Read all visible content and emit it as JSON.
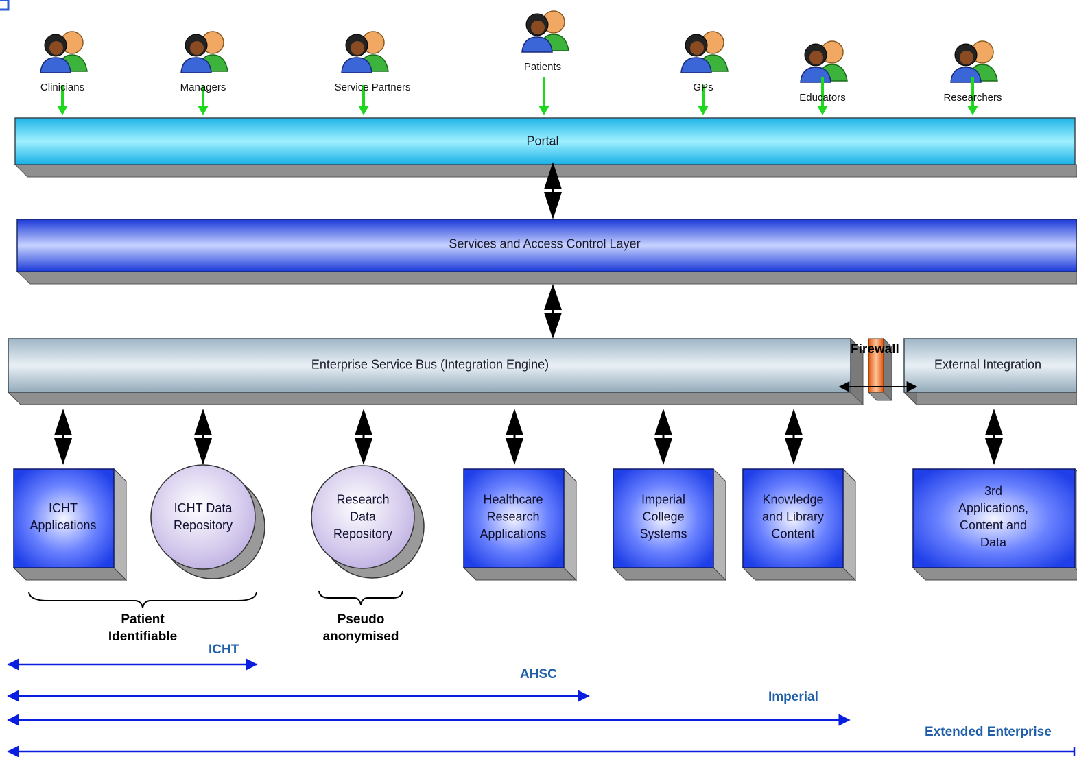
{
  "users": [
    "Clinicians",
    "Managers",
    "Service Partners",
    "Patients",
    "GPs",
    "Educators",
    "Researchers"
  ],
  "layers": {
    "portal": "Portal",
    "services": "Services and Access Control Layer",
    "esb": "Enterprise Service Bus (Integration Engine)",
    "firewall": "Firewall",
    "external": "External Integration"
  },
  "nodes": [
    {
      "lines": [
        "ICHT",
        "Applications"
      ]
    },
    {
      "lines": [
        "ICHT Data",
        "Repository"
      ]
    },
    {
      "lines": [
        "Research",
        "Data",
        "Repository"
      ]
    },
    {
      "lines": [
        "Healthcare",
        "Research",
        "Applications"
      ]
    },
    {
      "lines": [
        "Imperial",
        "College",
        "Systems"
      ]
    },
    {
      "lines": [
        "Knowledge",
        "and Library",
        "Content"
      ]
    },
    {
      "lines": [
        "3rd Applications,",
        "Content and Data"
      ]
    }
  ],
  "groups": {
    "patient": [
      "Patient",
      "Identifiable"
    ],
    "pseudo": [
      "Pseudo",
      "anonymised"
    ]
  },
  "scopes": [
    "ICHT",
    "AHSC",
    "Imperial",
    "Extended Enterprise"
  ],
  "colors": {
    "portal": "#22c8f0",
    "services": "#2244e0",
    "esb": "#a9c1cf",
    "node": "#2a4ff0",
    "repository": "#cdbfe6",
    "firewall": "#f07a2a",
    "user_arrow": "#1ed81e",
    "scope_arrow": "#0a1ee0",
    "scope_text": "#1f5fa8"
  },
  "icons": [
    "people-icon"
  ]
}
